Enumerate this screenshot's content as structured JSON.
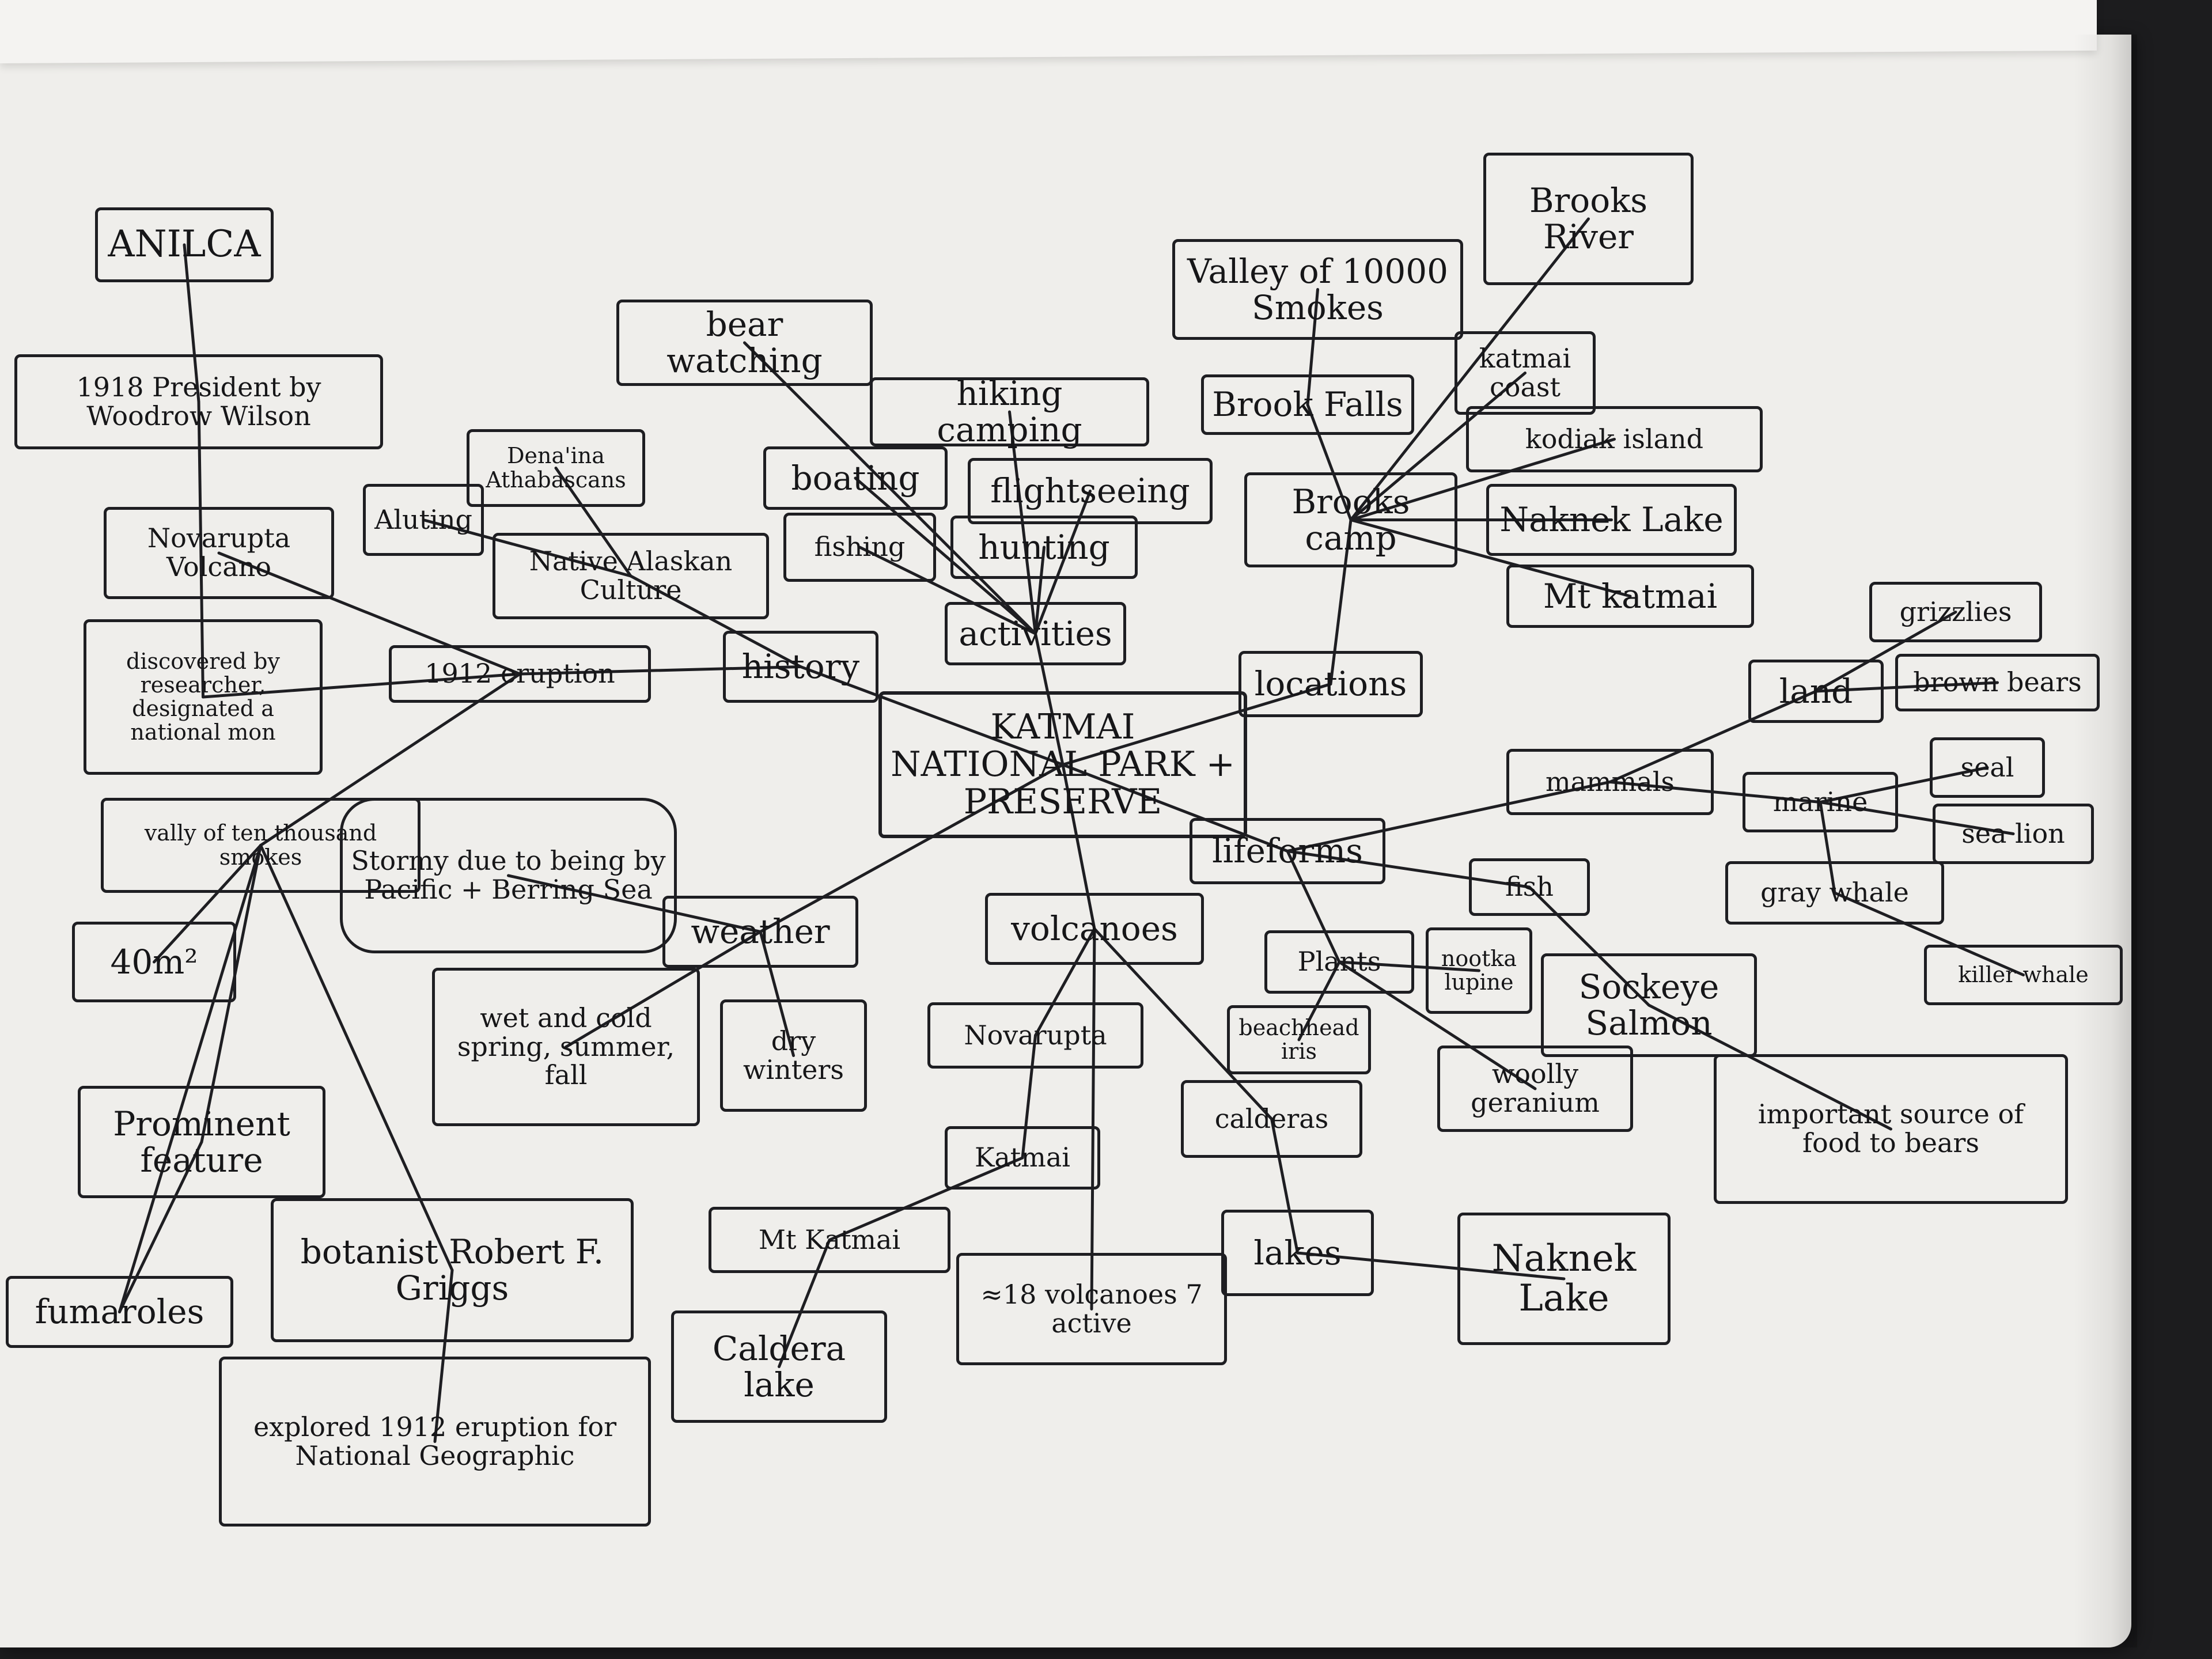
{
  "diagram": {
    "title": "",
    "nodes": [
      {
        "id": "center",
        "label": "KATMAI NATIONAL PARK + PRESERVE"
      },
      {
        "id": "history",
        "label": "history"
      },
      {
        "id": "activities",
        "label": "activities"
      },
      {
        "id": "locations",
        "label": "locations"
      },
      {
        "id": "lifeforms",
        "label": "lifeforms"
      },
      {
        "id": "volcanoes",
        "label": "volcanoes"
      },
      {
        "id": "weather",
        "label": "weather"
      },
      {
        "id": "anilca",
        "label": "ANILCA"
      },
      {
        "id": "president",
        "label": "1918 President by Woodrow Wilson"
      },
      {
        "id": "aluting",
        "label": "Aluting"
      },
      {
        "id": "dena",
        "label": "Dena'ina Athabascans"
      },
      {
        "id": "native",
        "label": "Native Alaskan Culture"
      },
      {
        "id": "novarupta_volcano",
        "label": "Novarupta Volcano"
      },
      {
        "id": "discovered",
        "label": "discovered by researcher, designated a national mon"
      },
      {
        "id": "eruption",
        "label": "1912 eruption"
      },
      {
        "id": "valley10k",
        "label": "vally of ten thousand smokes"
      },
      {
        "id": "area",
        "label": "40m²"
      },
      {
        "id": "prominent",
        "label": "Prominent feature"
      },
      {
        "id": "fumaroles",
        "label": "fumaroles"
      },
      {
        "id": "botanist",
        "label": "botanist Robert F. Griggs"
      },
      {
        "id": "explored",
        "label": "explored 1912 eruption for National Geographic"
      },
      {
        "id": "stormy",
        "label": "Stormy due to being by Pacific + Berring Sea"
      },
      {
        "id": "wet",
        "label": "wet and cold spring, summer, fall"
      },
      {
        "id": "dry",
        "label": "dry winters"
      },
      {
        "id": "bearwatching",
        "label": "bear watching"
      },
      {
        "id": "hiking",
        "label": "hiking camping"
      },
      {
        "id": "boating",
        "label": "boating"
      },
      {
        "id": "flightseeing",
        "label": "flightseeing"
      },
      {
        "id": "fishing",
        "label": "fishing"
      },
      {
        "id": "hunting",
        "label": "hunting"
      },
      {
        "id": "valley_smokes",
        "label": "Valley of 10000 Smokes"
      },
      {
        "id": "brooks_river",
        "label": "Brooks River"
      },
      {
        "id": "brook_falls",
        "label": "Brook Falls"
      },
      {
        "id": "katmai_coast",
        "label": "katmai coast"
      },
      {
        "id": "kodiak",
        "label": "kodiak island"
      },
      {
        "id": "brooks_camp",
        "label": "Brooks camp"
      },
      {
        "id": "naknek_lake_top",
        "label": "Naknek Lake"
      },
      {
        "id": "mt_katmai_top",
        "label": "Mt katmai"
      },
      {
        "id": "mammals",
        "label": "mammals"
      },
      {
        "id": "land",
        "label": "land"
      },
      {
        "id": "grizzlies",
        "label": "grizzlies"
      },
      {
        "id": "brownbears",
        "label": "brown bears"
      },
      {
        "id": "marine",
        "label": "marine"
      },
      {
        "id": "seal",
        "label": "seal"
      },
      {
        "id": "sealion",
        "label": "sea lion"
      },
      {
        "id": "graywhale",
        "label": "gray whale"
      },
      {
        "id": "killerwhale",
        "label": "killer whale"
      },
      {
        "id": "fish",
        "label": "fish"
      },
      {
        "id": "sockeye",
        "label": "Sockeye Salmon"
      },
      {
        "id": "important",
        "label": "important source of food to bears"
      },
      {
        "id": "plants",
        "label": "Plants"
      },
      {
        "id": "nootka",
        "label": "nootka lupine"
      },
      {
        "id": "beachhead",
        "label": "beachhead iris"
      },
      {
        "id": "woolly",
        "label": "woolly geranium"
      },
      {
        "id": "novarupta",
        "label": "Novarupta"
      },
      {
        "id": "katmai",
        "label": "Katmai"
      },
      {
        "id": "mt_katmai",
        "label": "Mt Katmai"
      },
      {
        "id": "caldera_lake",
        "label": "Caldera lake"
      },
      {
        "id": "count",
        "label": "≈18 volcanoes 7 active"
      },
      {
        "id": "calderas",
        "label": "calderas"
      },
      {
        "id": "lakes",
        "label": "lakes"
      },
      {
        "id": "naknek_lake",
        "label": "Naknek Lake"
      }
    ],
    "edges": [
      [
        "center",
        "history"
      ],
      [
        "center",
        "activities"
      ],
      [
        "center",
        "locations"
      ],
      [
        "center",
        "lifeforms"
      ],
      [
        "center",
        "volcanoes"
      ],
      [
        "center",
        "weather"
      ],
      [
        "history",
        "eruption"
      ],
      [
        "history",
        "native"
      ],
      [
        "native",
        "aluting"
      ],
      [
        "native",
        "dena"
      ],
      [
        "anilca",
        "president"
      ],
      [
        "president",
        "discovered"
      ],
      [
        "eruption",
        "novarupta_volcano"
      ],
      [
        "eruption",
        "discovered"
      ],
      [
        "eruption",
        "valley10k"
      ],
      [
        "valley10k",
        "area"
      ],
      [
        "valley10k",
        "prominent"
      ],
      [
        "valley10k",
        "botanist"
      ],
      [
        "valley10k",
        "fumaroles"
      ],
      [
        "botanist",
        "explored"
      ],
      [
        "prominent",
        "fumaroles"
      ],
      [
        "weather",
        "stormy"
      ],
      [
        "weather",
        "wet"
      ],
      [
        "weather",
        "dry"
      ],
      [
        "activities",
        "hiking"
      ],
      [
        "activities",
        "boating"
      ],
      [
        "activities",
        "flightseeing"
      ],
      [
        "activities",
        "fishing"
      ],
      [
        "activities",
        "hunting"
      ],
      [
        "activities",
        "bearwatching"
      ],
      [
        "locations",
        "brooks_camp"
      ],
      [
        "brooks_camp",
        "brook_falls"
      ],
      [
        "brooks_camp",
        "katmai_coast"
      ],
      [
        "brooks_camp",
        "kodiak"
      ],
      [
        "brooks_camp",
        "naknek_lake_top"
      ],
      [
        "brooks_camp",
        "mt_katmai_top"
      ],
      [
        "brooks_camp",
        "brooks_river"
      ],
      [
        "brook_falls",
        "valley_smokes"
      ],
      [
        "lifeforms",
        "mammals"
      ],
      [
        "lifeforms",
        "fish"
      ],
      [
        "lifeforms",
        "plants"
      ],
      [
        "mammals",
        "land"
      ],
      [
        "mammals",
        "marine"
      ],
      [
        "land",
        "grizzlies"
      ],
      [
        "land",
        "brownbears"
      ],
      [
        "marine",
        "seal"
      ],
      [
        "marine",
        "sealion"
      ],
      [
        "marine",
        "graywhale"
      ],
      [
        "graywhale",
        "killerwhale"
      ],
      [
        "fish",
        "sockeye"
      ],
      [
        "sockeye",
        "important"
      ],
      [
        "plants",
        "nootka"
      ],
      [
        "plants",
        "beachhead"
      ],
      [
        "plants",
        "woolly"
      ],
      [
        "volcanoes",
        "novarupta"
      ],
      [
        "volcanoes",
        "count"
      ],
      [
        "volcanoes",
        "calderas"
      ],
      [
        "novarupta",
        "katmai"
      ],
      [
        "katmai",
        "mt_katmai"
      ],
      [
        "mt_katmai",
        "caldera_lake"
      ],
      [
        "calderas",
        "lakes"
      ],
      [
        "lakes",
        "naknek_lake"
      ]
    ]
  }
}
